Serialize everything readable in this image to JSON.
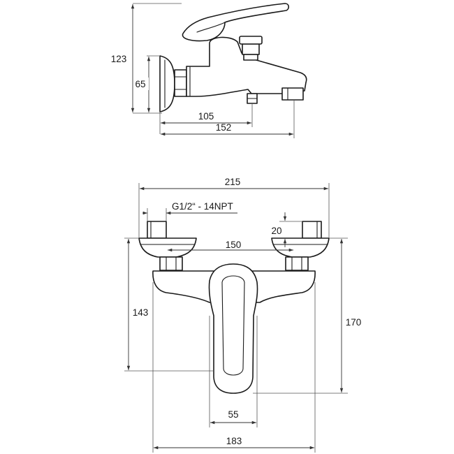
{
  "dimensions": {
    "side_height_total": "123",
    "side_height_mount": "65",
    "side_spout_inner": "105",
    "side_spout_total": "152",
    "front_width_total": "215",
    "front_thread": "G1/2“ - 14NPT",
    "front_connector_height": "20",
    "front_center_spacing": "150",
    "front_height_body": "143",
    "front_height_total": "170",
    "front_handle_width": "55",
    "front_body_width": "183"
  }
}
